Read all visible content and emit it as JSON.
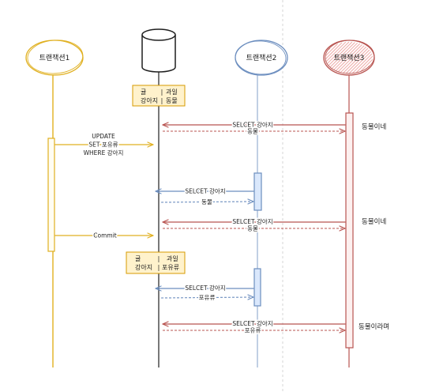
{
  "colors": {
    "transaction1": "#e0b020",
    "transaction2": "#6c8ebf",
    "transaction3": "#b85450",
    "database": "#1e1e1e"
  },
  "transaction1": {
    "label": "트랜잭션1",
    "update_query": [
      "UPDATE",
      "SET 포유류",
      "WHERE 강아지"
    ],
    "commit": "Commit"
  },
  "transaction2": {
    "label": "트랜잭션2",
    "reads": [
      {
        "query": "SELCET 강아지",
        "result": "동물"
      },
      {
        "query": "SELCET 강아지",
        "result": "포유류"
      }
    ]
  },
  "transaction3": {
    "label": "트랜잭션3",
    "reads": [
      {
        "query": "SELCET 강아지",
        "result": "동물",
        "note": "동물이네"
      },
      {
        "query": "SELCET 강아지",
        "result": "동물",
        "note": "동물이네"
      },
      {
        "query": "SELCET 강아지",
        "result": "포유류",
        "note": "동물이라며"
      }
    ]
  },
  "tables": [
    {
      "separator": "|",
      "rows": [
        {
          "key": "귤",
          "value": "과일"
        },
        {
          "key": "강아지",
          "value": "동물"
        }
      ]
    },
    {
      "separator": "|",
      "rows": [
        {
          "key": "귤",
          "value": "과일"
        },
        {
          "key": "강아지",
          "value": "포유류"
        }
      ]
    }
  ]
}
